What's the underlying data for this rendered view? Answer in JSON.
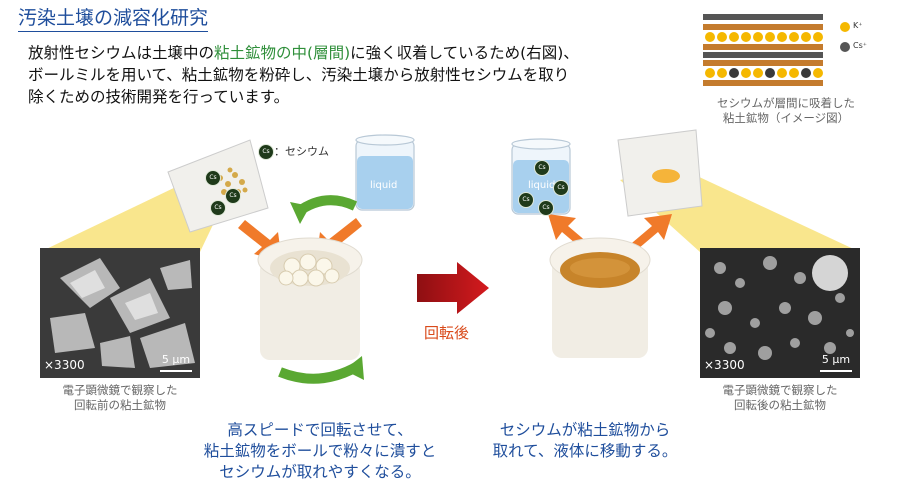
{
  "title": "汚染土壌の減容化研究",
  "intro": {
    "part1": "放射性セシウムは土壌中の",
    "highlight": "粘土鉱物の中(層間)",
    "part2": "に強く収着しているため(右図)、",
    "line2": "ボールミルを用いて、粘土鉱物を粉砕し、汚染土壌から放射性セシウムを取り",
    "line3": "除くための技術開発を行っています。"
  },
  "legend": {
    "k_label": "K⁺",
    "cs_label": "Cs⁺"
  },
  "clay_caption": {
    "line1": "セシウムが層間に吸着した",
    "line2": "粘土鉱物（イメージ図）"
  },
  "cs_legend": {
    "badge": "Cs",
    "label": "：セシウム"
  },
  "liquid_label": "liquid",
  "liquid_label2": "liquid",
  "cs_badge": "Cs",
  "arrow_label": "回転後",
  "sem_left": {
    "mag": "×3300",
    "scale": "5 μm"
  },
  "sem_right": {
    "mag": "×3300",
    "scale": "5 μm"
  },
  "left_caption": {
    "line1": "電子顕微鏡で観察した",
    "line2": "回転前の粘土鉱物"
  },
  "right_caption": {
    "line1": "電子顕微鏡で観察した",
    "line2": "回転後の粘土鉱物"
  },
  "bottom_left": {
    "line1": "高スピードで回転させて、",
    "line2": "粘土鉱物をボールで粉々に潰すと",
    "line3": "セシウムが取れやすくなる。"
  },
  "bottom_right": {
    "line1": "セシウムが粘土鉱物から",
    "line2": "取れて、液体に移動する。"
  },
  "colors": {
    "title": "#1f4e9c",
    "highlight": "#2f8f3a",
    "orange_arrow": "#f07a2a",
    "green_arrow": "#5aa832",
    "red_arrow": "#c8151b",
    "liquid": "#a8d0ee",
    "cesium": "#1f3a1a"
  }
}
